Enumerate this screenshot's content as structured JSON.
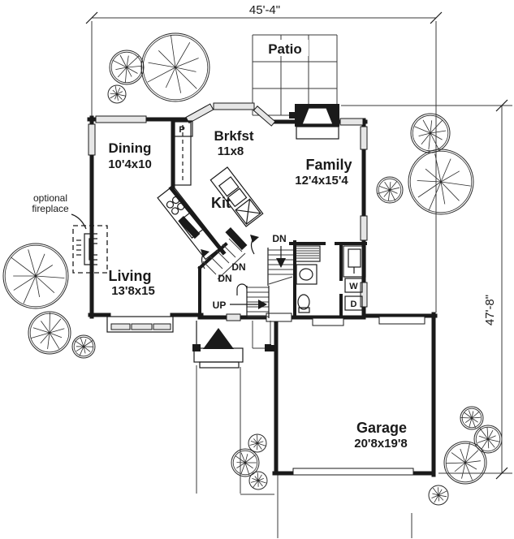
{
  "dimensions": {
    "width": "45'-4\"",
    "height": "47'-8\""
  },
  "rooms": {
    "patio": {
      "name": "Patio"
    },
    "dining": {
      "name": "Dining",
      "size": "10'4x10"
    },
    "brkfst": {
      "name": "Brkfst",
      "size": "11x8"
    },
    "family": {
      "name": "Family",
      "size": "12'4x15'4"
    },
    "kit": {
      "name": "Kit"
    },
    "living": {
      "name": "Living",
      "size": "13'8x15"
    },
    "garage": {
      "name": "Garage",
      "size": "20'8x19'8"
    }
  },
  "labels": {
    "pantry": "P",
    "up": "UP",
    "dn": "DN",
    "washer": "W",
    "dryer": "D"
  },
  "notes": {
    "optional_fireplace": [
      "optional",
      "fireplace"
    ]
  },
  "colors": {
    "ink": "#1a1a1a",
    "background": "#ffffff",
    "window_fill": "#e6e6e6"
  }
}
